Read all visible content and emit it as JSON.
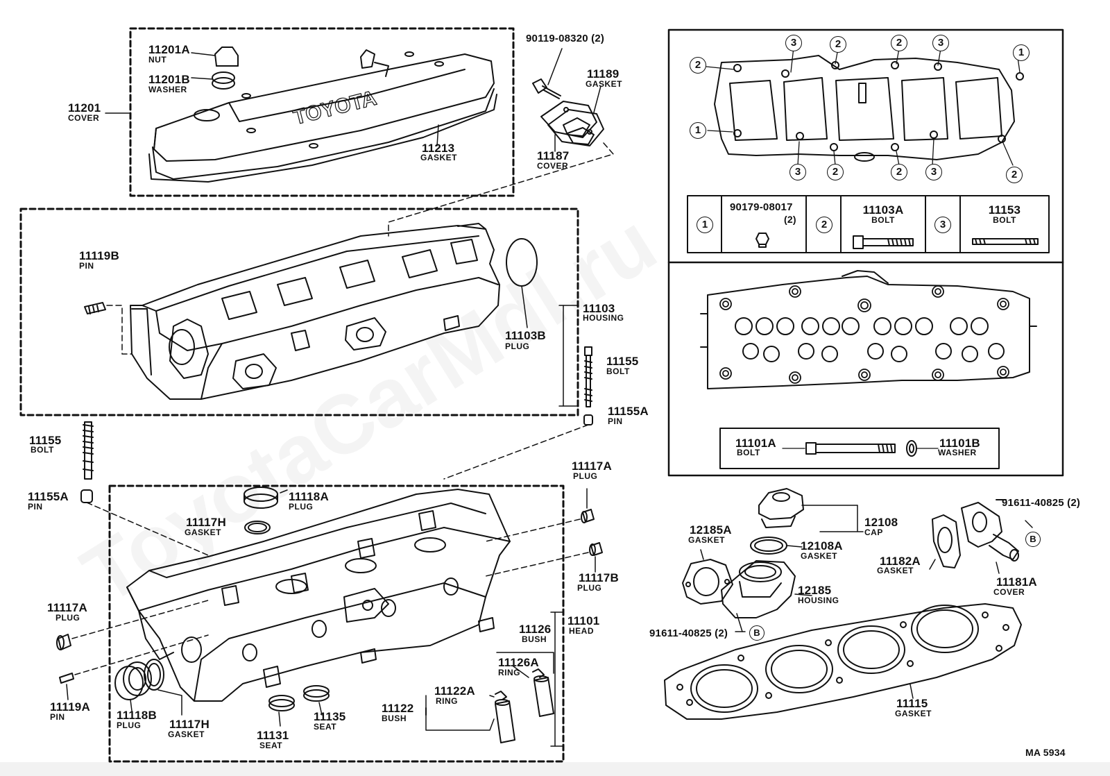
{
  "watermark": "ToyotaCarMdl.ru",
  "diagram_code": "MA 5934",
  "parts": {
    "p11201A": {
      "number": "11201A",
      "name": "NUT"
    },
    "p11201B": {
      "number": "11201B",
      "name": "WASHER"
    },
    "p11201": {
      "number": "11201",
      "name": "COVER"
    },
    "p11213": {
      "number": "11213",
      "name": "GASKET"
    },
    "p90119": {
      "number": "90119-08320 (2)"
    },
    "p11189": {
      "number": "11189",
      "name": "GASKET"
    },
    "p11187": {
      "number": "11187",
      "name": "COVER"
    },
    "p11119B": {
      "number": "11119B",
      "name": "PIN"
    },
    "p11103": {
      "number": "11103",
      "name": "HOUSING"
    },
    "p11103B": {
      "number": "11103B",
      "name": "PLUG"
    },
    "p11155r": {
      "number": "11155",
      "name": "BOLT"
    },
    "p11155Ar": {
      "number": "11155A",
      "name": "PIN"
    },
    "p11155l": {
      "number": "11155",
      "name": "BOLT"
    },
    "p11155Al": {
      "number": "11155A",
      "name": "PIN"
    },
    "p11118A": {
      "number": "11118A",
      "name": "PLUG"
    },
    "p11117Ht": {
      "number": "11117H",
      "name": "GASKET"
    },
    "p11117Ar": {
      "number": "11117A",
      "name": "PLUG"
    },
    "p11117B": {
      "number": "11117B",
      "name": "PLUG"
    },
    "p11101": {
      "number": "11101",
      "name": "HEAD"
    },
    "p11117Al": {
      "number": "11117A",
      "name": "PLUG"
    },
    "p11119A": {
      "number": "11119A",
      "name": "PIN"
    },
    "p11118B": {
      "number": "11118B",
      "name": "PLUG"
    },
    "p11117Hb": {
      "number": "11117H",
      "name": "GASKET"
    },
    "p11131": {
      "number": "11131",
      "name": "SEAT"
    },
    "p11135": {
      "number": "11135",
      "name": "SEAT"
    },
    "p11122A": {
      "number": "11122A",
      "name": "RING"
    },
    "p11122": {
      "number": "11122",
      "name": "BUSH"
    },
    "p11126": {
      "number": "11126",
      "name": "BUSH"
    },
    "p11126A": {
      "number": "11126A",
      "name": "RING"
    },
    "p12185A": {
      "number": "12185A",
      "name": "GASKET"
    },
    "p12108": {
      "number": "12108",
      "name": "CAP"
    },
    "p12108A": {
      "number": "12108A",
      "name": "GASKET"
    },
    "p12185": {
      "number": "12185",
      "name": "HOUSING"
    },
    "p91611b": {
      "number": "91611-40825 (2)"
    },
    "p91611t": {
      "number": "91611-40825 (2)"
    },
    "p11182A": {
      "number": "11182A",
      "name": "GASKET"
    },
    "p11181A": {
      "number": "11181A",
      "name": "COVER"
    },
    "p11115": {
      "number": "11115",
      "name": "GASKET"
    },
    "p11101A": {
      "number": "11101A",
      "name": "BOLT"
    },
    "p11101B": {
      "number": "11101B",
      "name": "WASHER"
    }
  },
  "bolt_legend": {
    "keys": [
      "1",
      "2",
      "3"
    ],
    "k1": {
      "number": "90179-08017",
      "qty": "(2)"
    },
    "k2": {
      "number": "11103A",
      "name": "BOLT"
    },
    "k3": {
      "number": "11153",
      "name": "BOLT"
    }
  },
  "callouts": {
    "top": [
      "3",
      "2",
      "2",
      "3",
      "1"
    ],
    "left_top": "2",
    "left_mid": "1",
    "bottom": [
      "3",
      "2",
      "2",
      "3",
      "2"
    ],
    "ref_b": "B"
  }
}
